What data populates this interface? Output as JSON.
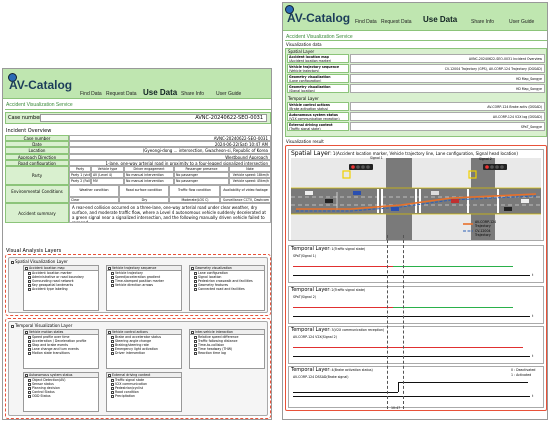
{
  "left": {
    "logo": "AV-Catalog",
    "nav": [
      "Find Data",
      "Request Data",
      "Use Data",
      "Share Info",
      "User Guide"
    ],
    "service_title": "Accident Visualization Service",
    "case_number_label": "Case number",
    "case_number_value": "AVNC-20240622-SEO-0031",
    "overview_title": "Incident Overview",
    "overview": [
      {
        "k": "Case number",
        "v": "AVNC-20240622-SEO-0031"
      },
      {
        "k": "Date",
        "v": "2024-06-22(Sat) 10:47 AM"
      },
      {
        "k": "Location",
        "v": "(Gyeongi-dong ... intersection, Gwacheon-si, Republic of Korea"
      },
      {
        "k": "Approach Direction",
        "v": "Westbound Approach"
      },
      {
        "k": "Road configuration",
        "v": "1-lane, one-way arterial road in proximity to a four-legged signalized intersection"
      }
    ],
    "party_label": "Party",
    "party_headers": [
      "Party",
      "Vehicle type",
      "Driver engagement",
      "Passenger presence",
      "Note"
    ],
    "party_rows": [
      [
        "Party 1 (victim)",
        "AV (Level 4)",
        "No manual intervention",
        "No passenger",
        "Vehicle speed: 18km/h"
      ],
      [
        "Party 2 (Following)",
        "MV",
        "No manual intervention",
        "No passenger",
        "Vehicle speed: 45km/h"
      ]
    ],
    "env_label": "Environmental Conditions",
    "env_headers": [
      "Weather condition",
      "Road surface condition",
      "Traffic flow condition",
      "Availability of video footage"
    ],
    "env_row": [
      "Clear",
      "Dry",
      "Moderate(LOS C)",
      "Surveillance CCTV, Dashcam"
    ],
    "summary_label": "Accident summary",
    "summary": "A rear-end collision occurred on a three-lane, one-way arterial road under clear weather, dry surface, and moderate traffic flow, where a Level 4 autonomous vehicle suddenly decelerated at a green signal near a signalized intersection, and the following manually driven vehicle failed to respond.",
    "analysis_title": "Visual Analysis Layers",
    "spatial_layer_title": "Spatial Visualization Layer",
    "spatial_groups": [
      {
        "title": "Accident location map",
        "items": [
          "Accident location marker",
          "Administrative or road boundary",
          "Surrounding road network",
          "Key geospatial landmarks",
          "Accident type labeling"
        ]
      },
      {
        "title": "Vehicle trajectory sequence",
        "items": [
          "Vehicle trajectory",
          "Speed/acceleration gradient",
          "Time-stamped position marker",
          "Vehicle direction arrows"
        ]
      },
      {
        "title": "Geometry visualization",
        "items": [
          "Lane configuration",
          "Signal location",
          "Pedestrian crosswalk and facilities",
          "Geometry features",
          "Connected road and facilities"
        ]
      }
    ],
    "temporal_layer_title": "Temporal Visualization Layer",
    "temporal_groups": [
      {
        "title": "Vehicle motion states",
        "items": [
          "Speed profile over time",
          "Acceleration / Deceleration profile",
          "Stop and brake events",
          "Lane change and turn events",
          "Motion state transitions"
        ]
      },
      {
        "title": "Vehicle control actions",
        "items": [
          "Brake and accelerator status",
          "Steering angle change",
          "Braking/steering rate",
          "Emergency light activation",
          "Driver intervention"
        ]
      },
      {
        "title": "Inter-vehicle interaction",
        "items": [
          "Relative speed difference",
          "Traffic following distance",
          "Time-to-collision",
          "Time headway (THW)",
          "Reaction time lag"
        ]
      },
      {
        "title": "Autonomous system status",
        "items": [
          "Object Detection(AV)",
          "Sensor status",
          "Planning decision",
          "Control Status",
          "ODD Status"
        ]
      },
      {
        "title": "External driving context",
        "items": [
          "Traffic signal state",
          "V2X communication",
          "Pedestrian/cyclist",
          "Road condition",
          "Precipitation"
        ]
      }
    ]
  },
  "right": {
    "logo": "AV-Catalog",
    "nav": [
      "Find Data",
      "Request Data",
      "Use Data",
      "Share Info",
      "User Guide"
    ],
    "service_title": "Accident Visualization Service",
    "vis_data_title": "Visualization data",
    "spatial_section": "Spatial Layer",
    "spatial_rows": [
      {
        "k": "Accident location map",
        "s": "(Accident location marker)",
        "v": "AVNC-20240622-SEO-0031 Incident Overview"
      },
      {
        "k": "Vehicle trajectory sequence",
        "s": "(Vehicle trajectory)",
        "v": "CV-12004 Trajectory (GPS), AV-CORP-124 Trajectory (DGSAD)"
      },
      {
        "k": "Geometry visualization",
        "s": "(Lane configuration)",
        "v": "HD Map_Songye"
      },
      {
        "k": "Geometry visualization",
        "s": "(Signal location)",
        "v": "HD Map_Songye"
      }
    ],
    "temporal_section": "Temporal Layer",
    "temporal_rows": [
      {
        "k": "Vehicle control actions",
        "s": "(Brake activation status)",
        "v": "AV-CORP-124 Brake activ (DSSAD)"
      },
      {
        "k": "Autonomous system status",
        "s": "(V2X communication reception)",
        "v": "AV-CORP-124 V2X log (DSSAD)"
      },
      {
        "k": "External driving context",
        "s": "(Traffic signal state)",
        "v": "SPaT_Songye"
      }
    ],
    "result_title": "Visualization result",
    "spatial_panel_title": "Spatial Layer",
    "spatial_panel_subtitle": ": 1(Accident location marker, Vehicle trajectory line, Lane configuration, Signal head location)",
    "signal1": "Signal 1",
    "signal2": "Signal 2",
    "legend_av": "AV-CORP-124 Trajectory",
    "legend_cv": "CV-12004 Trajectory",
    "t_panels": [
      {
        "title": "Temporal Layer",
        "subtitle": ": 1(Traffic signal state)",
        "series": "SPaT(Signal 1)",
        "end": "t"
      },
      {
        "title": "Temporal Layer",
        "subtitle": ": 2(Traffic signal state)",
        "series": "SPaT(Signal 2)",
        "end": "t"
      },
      {
        "title": "Temporal Layer",
        "subtitle": ": 3(V2X communication reception)",
        "series": "AV-CORP-124 V2X(Signal 2)",
        "end": "t"
      },
      {
        "title": "Temporal Layer",
        "subtitle": ": 4(Brake activation status)",
        "series": "AV-CORP-124 DSSAD(Brake signal)",
        "end": "t"
      }
    ],
    "brake_legend": [
      "0 : Deactivated",
      "1 : Activated"
    ],
    "tick_label": "10:47"
  }
}
